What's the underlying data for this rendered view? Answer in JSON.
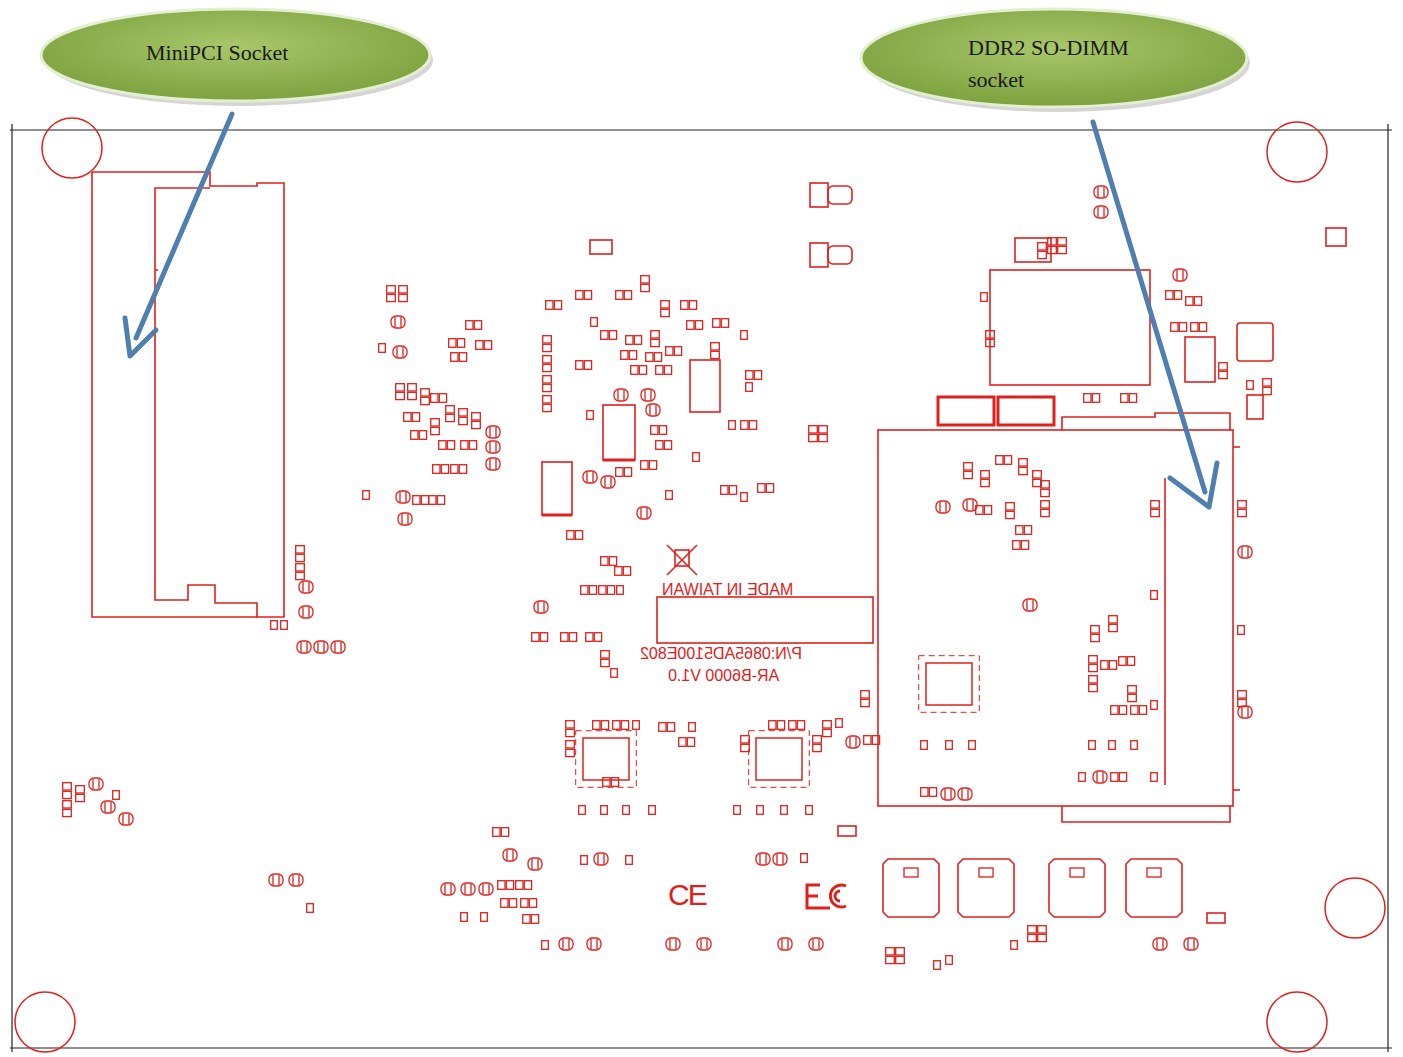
{
  "diagram": {
    "nodes": [
      {
        "text": [
          "MiniPCI Socket"
        ]
      },
      {
        "text": [
          "DDR2 SO-DIMM socket"
        ]
      }
    ],
    "labels": [
      "MADE IN TAIWAN",
      "P/N:0865AD5100E802",
      "AR-B6000 V1.0",
      "CE"
    ]
  }
}
